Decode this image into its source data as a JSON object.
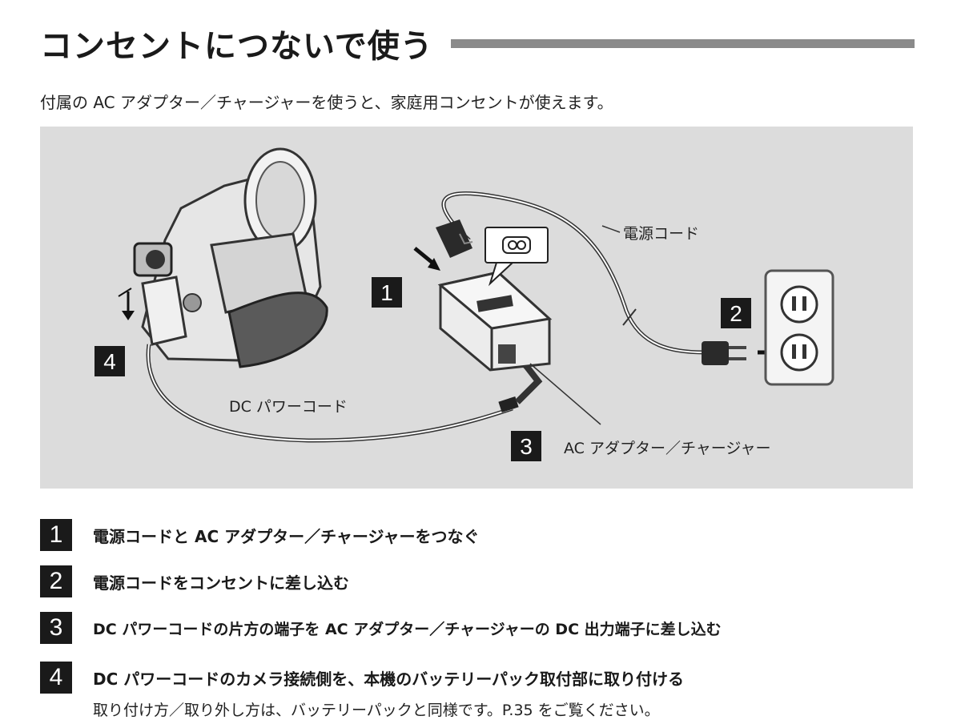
{
  "title": "コンセントにつないで使う",
  "intro": "付属の AC アダプター／チャージャーを使うと、家庭用コンセントが使えます。",
  "diagram": {
    "labels": {
      "power_cord": "電源コード",
      "dc_cord": "DC パワーコード",
      "adapter": "AC アダプター／チャージャー"
    },
    "badges": [
      "1",
      "2",
      "3",
      "4"
    ]
  },
  "steps": [
    {
      "num": "1",
      "text": "電源コードと AC アダプター／チャージャーをつなぐ"
    },
    {
      "num": "2",
      "text": "電源コードをコンセントに差し込む"
    },
    {
      "num": "3",
      "text": "DC パワーコードの片方の端子を AC アダプター／チャージャーの DC 出力端子に差し込む"
    },
    {
      "num": "4",
      "text": "DC パワーコードのカメラ接続側を、本機のバッテリーパック取付部に取り付ける"
    }
  ],
  "note": "取り付け方／取り外し方は、バッテリーパックと同様です。P.35 をご覧ください。",
  "colors": {
    "panel": "#dcdcdc",
    "rule": "#8a8a8a",
    "badge": "#1a1a1a"
  }
}
